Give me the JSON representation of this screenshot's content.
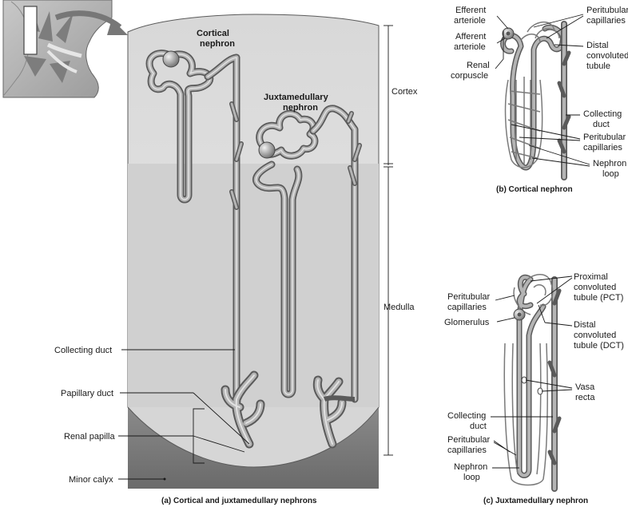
{
  "panel_a": {
    "cortical_title": [
      "Cortical",
      "nephron"
    ],
    "juxta_title": [
      "Juxtamedullary",
      "nephron"
    ],
    "zone_cortex": "Cortex",
    "zone_medulla": "Medulla",
    "labels": {
      "collecting_duct": "Collecting duct",
      "papillary_duct": "Papillary duct",
      "renal_papilla": "Renal papilla",
      "minor_calyx": "Minor calyx"
    },
    "caption": "(a) Cortical and juxtamedullary nephrons"
  },
  "panel_b": {
    "labels": {
      "efferent_arteriole": [
        "Efferent",
        "arteriole"
      ],
      "afferent_arteriole": [
        "Afferent",
        "arteriole"
      ],
      "renal_corpuscle": [
        "Renal",
        "corpuscle"
      ],
      "peritubular_capillaries_top": [
        "Peritubular",
        "capillaries"
      ],
      "distal_convoluted_tubule": [
        "Distal",
        "convoluted",
        "tubule"
      ],
      "collecting_duct": [
        "Collecting",
        "duct"
      ],
      "peritubular_capillaries_mid": [
        "Peritubular",
        "capillaries"
      ],
      "nephron_loop": [
        "Nephron",
        "loop"
      ]
    },
    "caption": "(b) Cortical nephron"
  },
  "panel_c": {
    "labels": {
      "proximal_convoluted_tubule": [
        "Proximal",
        "convoluted",
        "tubule (PCT)"
      ],
      "peritubular_capillaries_top": [
        "Peritubular",
        "capillaries"
      ],
      "glomerulus": "Glomerulus",
      "distal_convoluted_tubule": [
        "Distal",
        "convoluted",
        "tubule (DCT)"
      ],
      "vasa_recta": [
        "Vasa",
        "recta"
      ],
      "collecting_duct": [
        "Collecting",
        "duct"
      ],
      "peritubular_capillaries_bottom": [
        "Peritubular",
        "capillaries"
      ],
      "nephron_loop": [
        "Nephron",
        "loop"
      ]
    },
    "caption": "(c) Juxtamedullary nephron"
  }
}
